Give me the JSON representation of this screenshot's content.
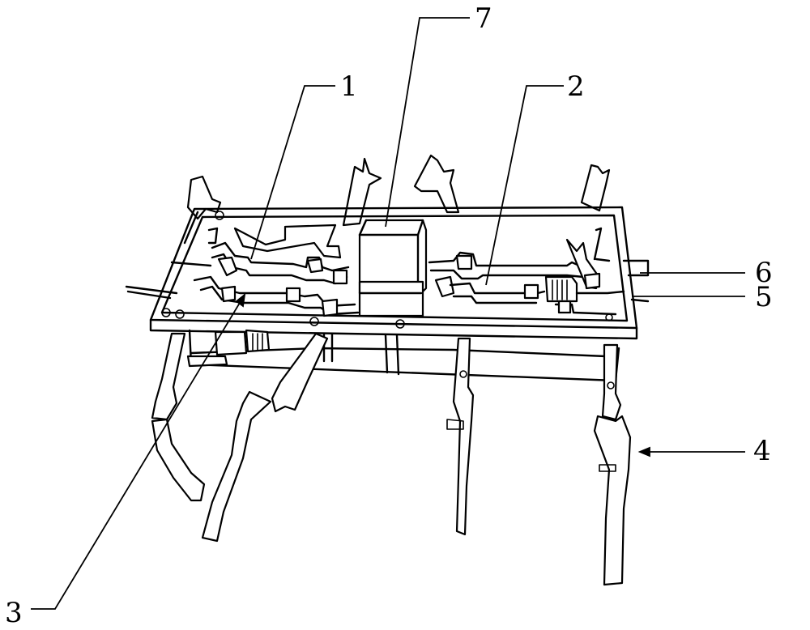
{
  "callouts": {
    "label_1": "1",
    "label_2": "2",
    "label_3": "3",
    "label_4": "4",
    "label_5": "5",
    "label_6": "6",
    "label_7": "7"
  }
}
